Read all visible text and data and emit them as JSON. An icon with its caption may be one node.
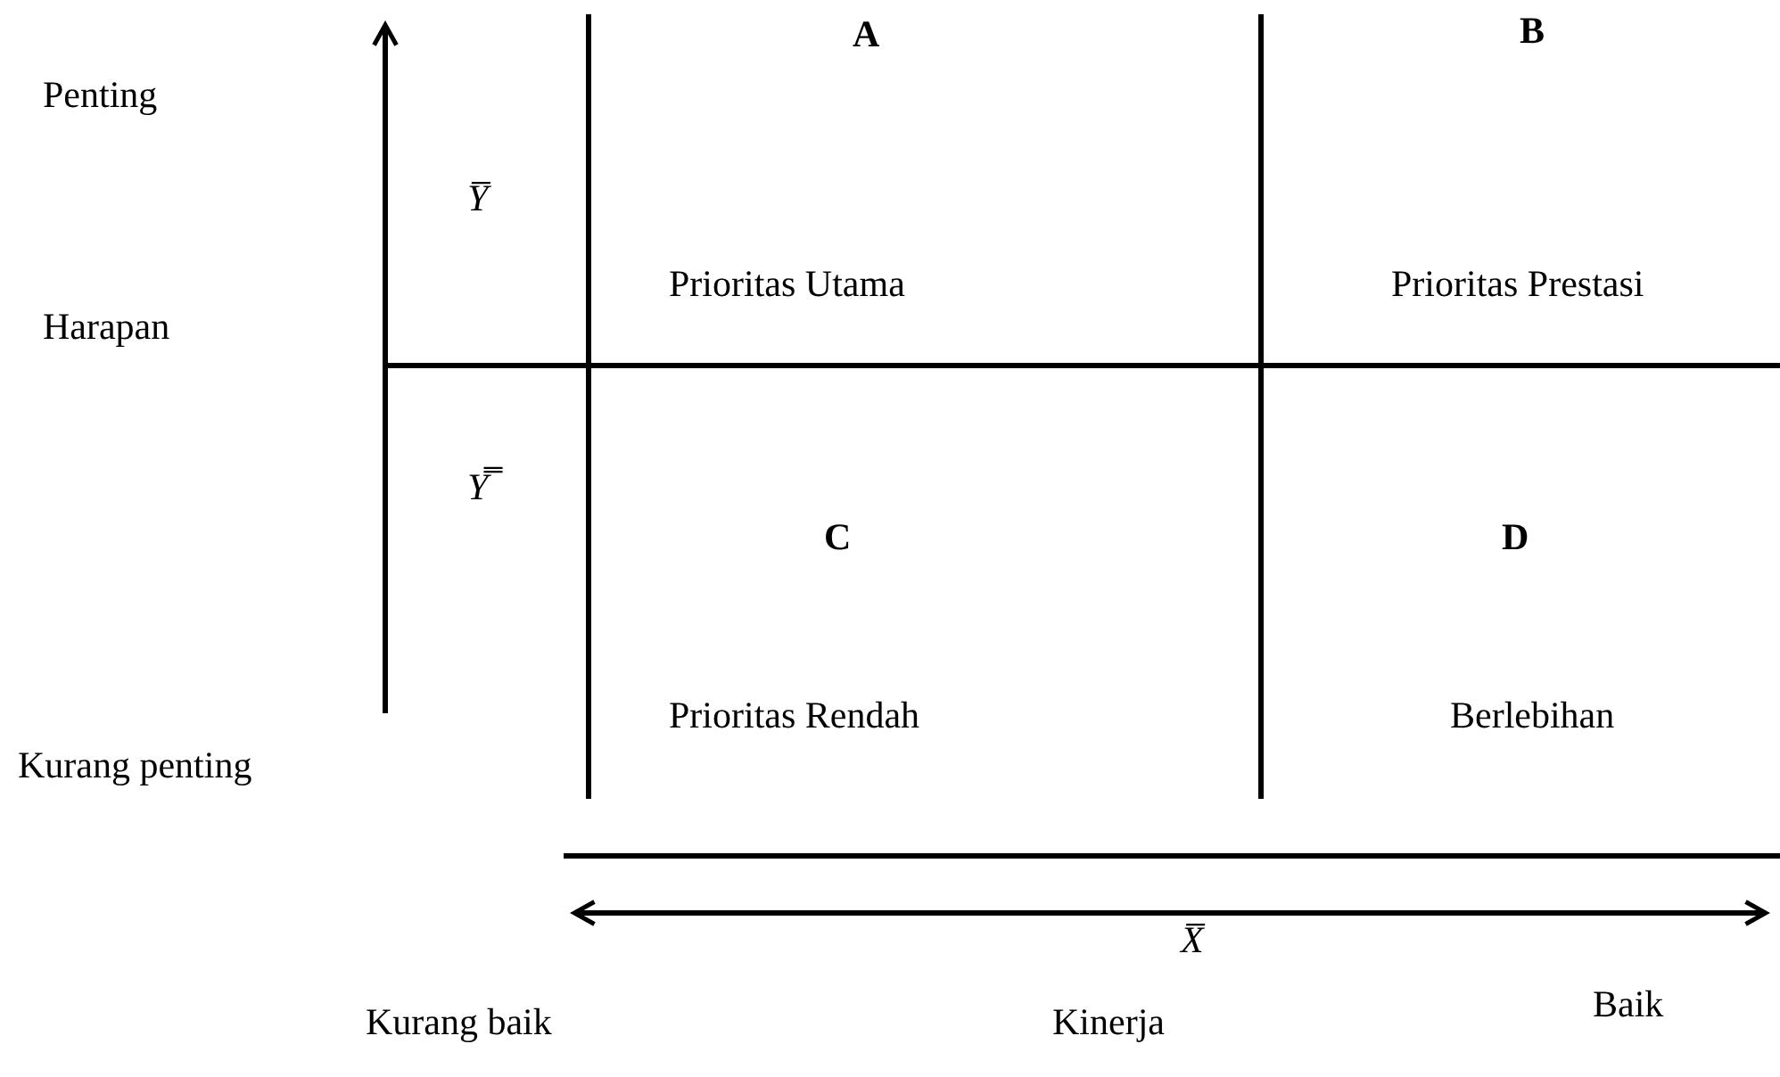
{
  "diagram": {
    "labels": [
      "Penting",
      "A",
      "B",
      "Y̅",
      "Harapan",
      "Prioritas Utama",
      "Prioritas Prestasi",
      "Y̿",
      "C",
      "D",
      "Kurang penting",
      "Prioritas Rendah",
      "Berlebihan",
      "X̅",
      "Kurang baik",
      "Kinerja",
      "Baik"
    ]
  }
}
